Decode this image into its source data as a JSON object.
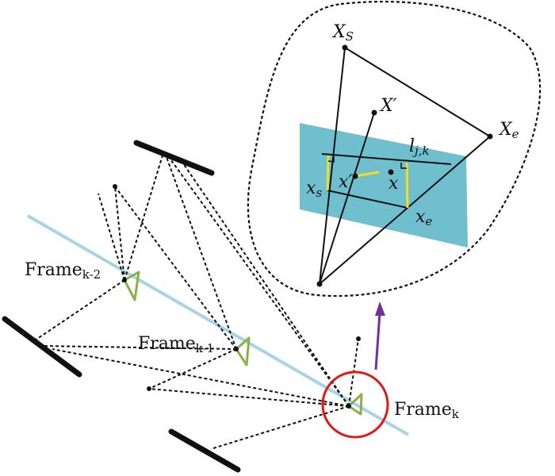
{
  "colors": {
    "trajectory": "#a8d4e6",
    "image_plane": "#6fbfcf",
    "segment_highlight": "#f0e020",
    "camera_glyph": "#8ab04a",
    "focus_circle": "#e01818",
    "arrow": "#7030a0",
    "ink": "#111111"
  },
  "labels": {
    "frame_k2": {
      "base": "Frame",
      "sub": "k-2"
    },
    "frame_k1": {
      "base": "Frame",
      "sub": "k-1"
    },
    "frame_k": {
      "base": "Frame",
      "sub": "k"
    },
    "Xs": {
      "base": "X",
      "sub": "S"
    },
    "Xe": {
      "base": "X",
      "sub": "e"
    },
    "Xprime": "X′",
    "xprime": "x′",
    "x": "x",
    "xs": {
      "base": "x",
      "sub": "s"
    },
    "xe": {
      "base": "x",
      "sub": "e"
    },
    "ljk": {
      "base": "l",
      "sub": "j,k"
    }
  }
}
